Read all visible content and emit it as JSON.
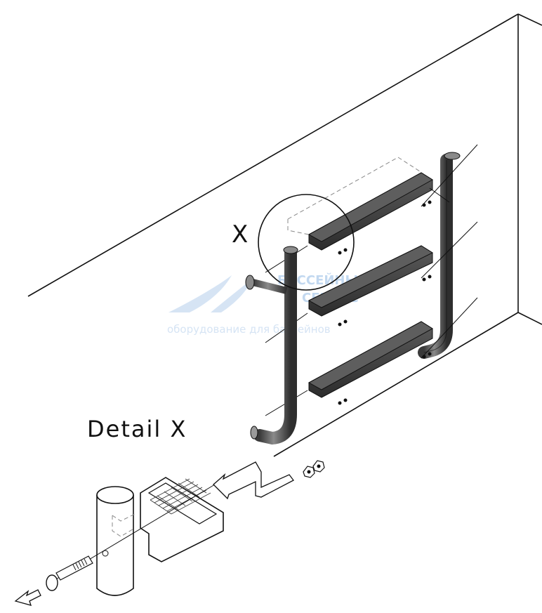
{
  "labels": {
    "circle_label": "X",
    "detail_label": "Detail X"
  },
  "watermark": {
    "brand_line1": "БАССЕЙНЫ",
    "brand_line2": "СЕРВИС",
    "tagline": "оборудование для бассейнов",
    "color": "#cfe0f3"
  },
  "colors": {
    "line": "#111111",
    "rail": "#6e6e6e",
    "rail_dark": "#4a4a4a",
    "step": "#3c3c3c",
    "step_top": "#5a5a5a"
  }
}
